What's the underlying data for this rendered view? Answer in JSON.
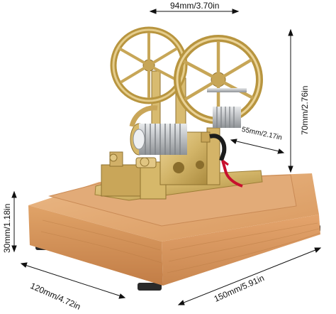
{
  "dimensions": {
    "width_top": "94mm/3.70in",
    "height_right": "70mm/2.76in",
    "depth_cylinder": "55mm/2.17in",
    "base_height_left": "30mm/1.18in",
    "base_depth": "120mm/4.72in",
    "base_width": "150mm/5.91in"
  },
  "colors": {
    "wood": "#e0a56f",
    "wood_dark": "#c07a45",
    "brass": "#d8bd72",
    "brass_dark": "#a8883c",
    "steel": "#b8bcc0",
    "red_tube": "#c8102e",
    "feet": "#2a2a2a"
  }
}
